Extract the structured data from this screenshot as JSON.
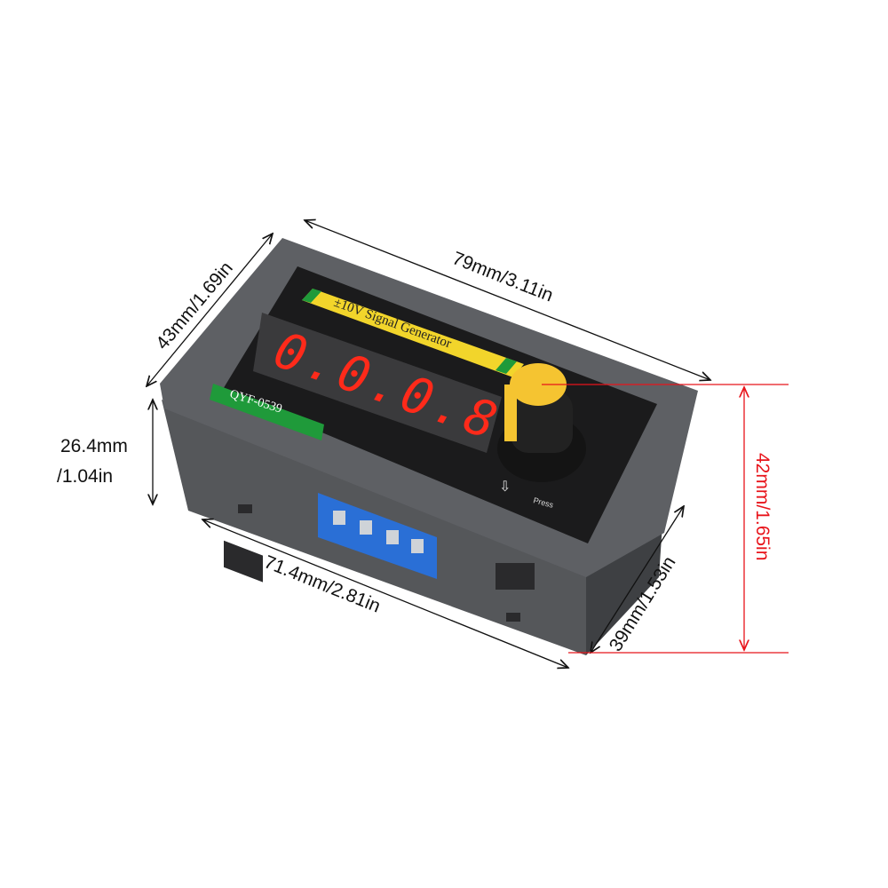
{
  "product": {
    "panel_title": "±10V Signal Generator",
    "model": "QYF-0539",
    "display_value": "0.0.0.8.",
    "knob_hint": "Press",
    "colors": {
      "housing": "#5b5d60",
      "face": "#1a1a1a",
      "banner": "#f2d52b",
      "banner_stripe": "#1f9a3a",
      "segment": "#ff2a1a",
      "knob_cap": "#f5c431",
      "terminal": "#2a6fd6"
    }
  },
  "dimensions": {
    "width_top": "79mm/3.11in",
    "depth_left": "43mm/1.69in",
    "height_left_line1": "26.4mm",
    "height_left_line2": "/1.04in",
    "width_bottom": "71.4mm/2.81in",
    "depth_right": "39mm/1.53in",
    "height_right": "42mm/1.65in",
    "height_right_color": "#e8141b"
  }
}
